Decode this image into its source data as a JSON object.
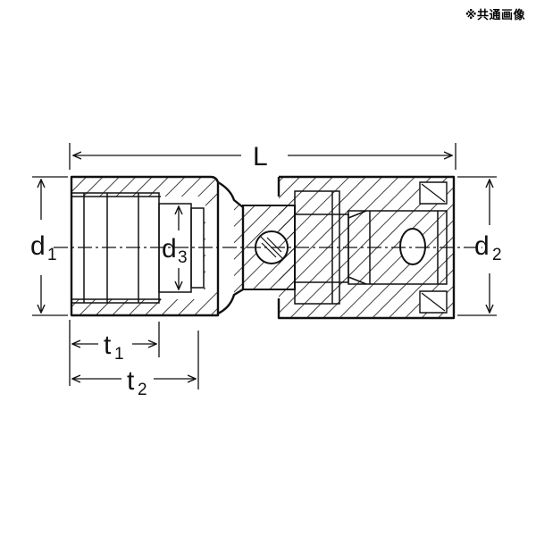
{
  "note": "※共通画像",
  "drawing": {
    "dimensions": {
      "L": {
        "main": "L",
        "sub": ""
      },
      "d1": {
        "main": "d",
        "sub": "1"
      },
      "d2": {
        "main": "d",
        "sub": "2"
      },
      "d3": {
        "main": "d",
        "sub": "3"
      },
      "t1": {
        "main": "t",
        "sub": "1"
      },
      "t2": {
        "main": "t",
        "sub": "2"
      }
    }
  }
}
